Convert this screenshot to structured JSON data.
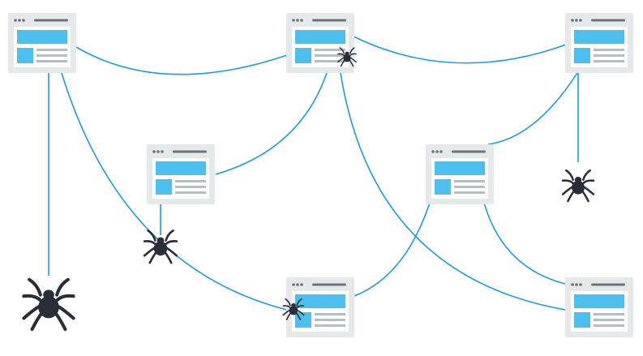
{
  "colors": {
    "background": "#ffffff",
    "card": "#e5e9ea",
    "card_inner": "#ffffff",
    "accent": "#4bbfee",
    "line": "#1b9de0",
    "text_lines": "#b6bec4",
    "chrome": "#6b7379",
    "spider": "#2a2e38"
  },
  "diagram": {
    "nodes": [
      {
        "id": "page-top-left",
        "icon": "webpage-icon"
      },
      {
        "id": "page-top-center",
        "icon": "webpage-icon"
      },
      {
        "id": "page-top-right",
        "icon": "webpage-icon"
      },
      {
        "id": "page-mid-left",
        "icon": "webpage-icon"
      },
      {
        "id": "page-mid-right",
        "icon": "webpage-icon"
      },
      {
        "id": "page-bottom-center",
        "icon": "webpage-icon"
      },
      {
        "id": "page-bottom-right",
        "icon": "webpage-icon"
      }
    ],
    "links": [
      {
        "from": "page-top-left",
        "to": "page-top-center"
      },
      {
        "from": "page-top-center",
        "to": "page-top-right"
      },
      {
        "from": "page-top-center",
        "to": "page-mid-left"
      },
      {
        "from": "page-top-center",
        "to": "page-bottom-right"
      },
      {
        "from": "page-top-left",
        "to": "page-bottom-center"
      },
      {
        "from": "page-top-right",
        "to": "page-mid-right"
      },
      {
        "from": "page-mid-right",
        "to": "page-bottom-center"
      },
      {
        "from": "page-mid-right",
        "to": "page-bottom-right"
      },
      {
        "from": "page-mid-left",
        "to": "spider-on-web"
      }
    ],
    "spiders": [
      {
        "id": "spider-on-top-center",
        "icon": "spider-icon"
      },
      {
        "id": "spider-hanging-right",
        "icon": "spider-icon"
      },
      {
        "id": "spider-on-web",
        "icon": "spider-icon"
      },
      {
        "id": "spider-on-bottom-center",
        "icon": "spider-icon"
      },
      {
        "id": "spider-hanging-left-large",
        "icon": "spider-icon"
      }
    ]
  }
}
